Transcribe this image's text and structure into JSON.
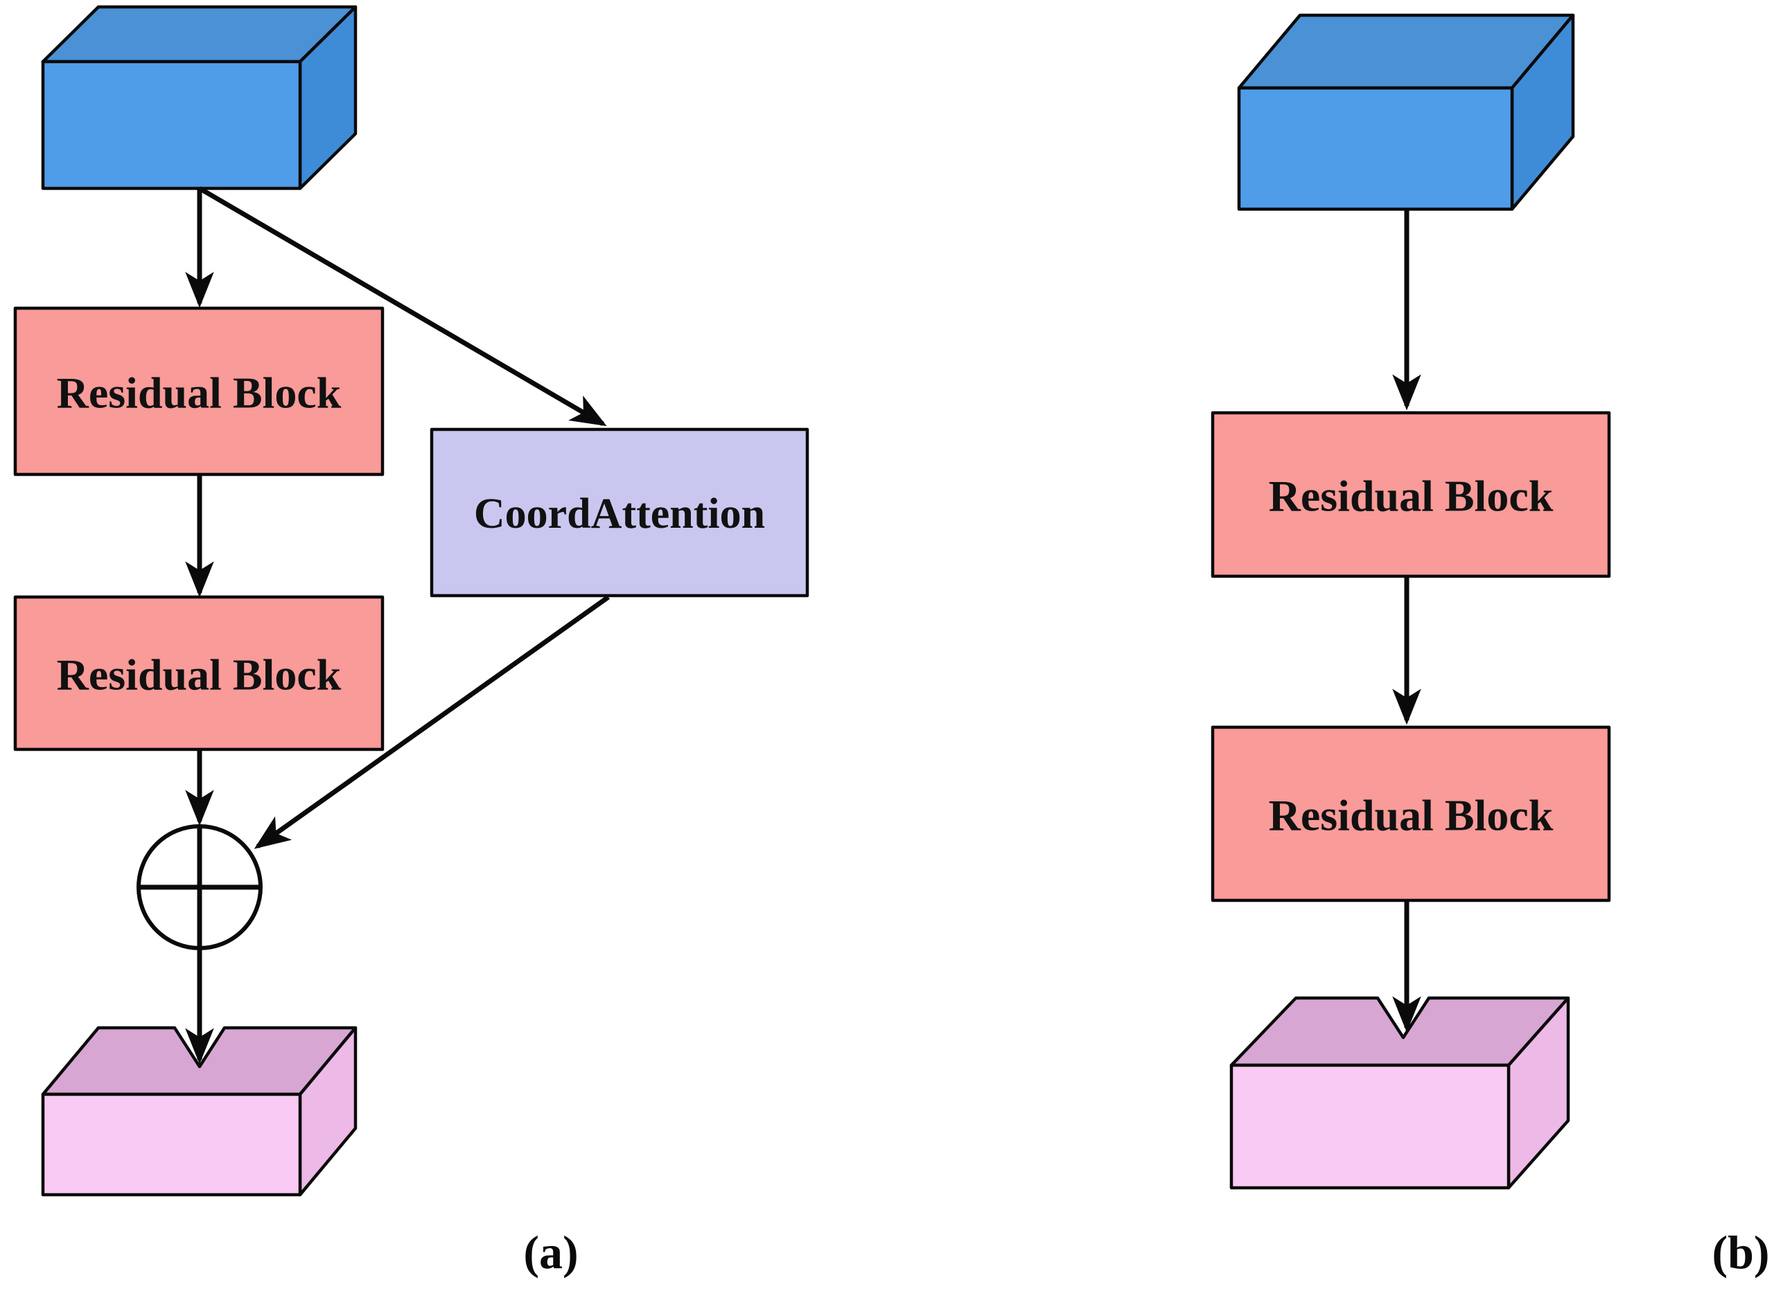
{
  "figure": {
    "caption_a": "(a)",
    "caption_b": "(b)",
    "panel_a": {
      "blocks": [
        "Residual Block",
        "Residual Block"
      ],
      "attention_label": "CoordAttention",
      "add_icon_glyph": "⊕"
    },
    "panel_b": {
      "blocks": [
        "Residual Block",
        "Residual Block"
      ]
    }
  },
  "colors": {
    "background": "#ffffff",
    "outline": "#0a0a0a",
    "blue_front": "#4F9DE9",
    "blue_top": "#4A91D6",
    "blue_side": "#3E8CD8",
    "salmon": "#F89B99",
    "lavender": "#C9C7EF",
    "pink_front": "#F8CAF4",
    "pink_top": "#D8A6D3",
    "pink_side": "#EDB9E7",
    "add_circle_fill": "#ffffff"
  }
}
